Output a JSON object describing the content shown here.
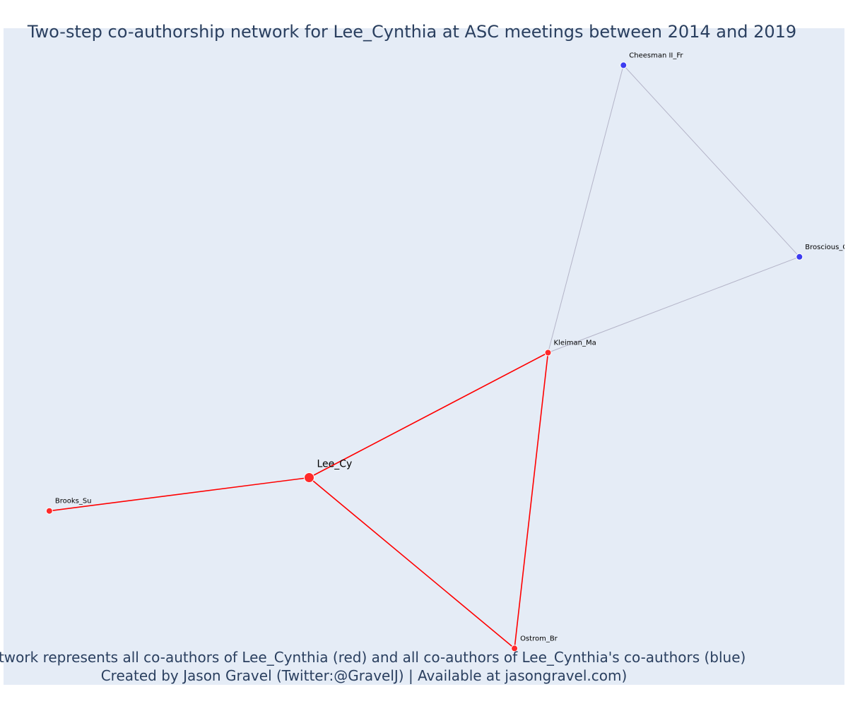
{
  "title": "Two-step co-authorship network for Lee_Cynthia at ASC meetings between 2014 and 2019",
  "footer": {
    "line1": "Network represents all co-authors of Lee_Cynthia (red) and all co-authors of Lee_Cynthia's co-authors (blue)",
    "line2": "Created by Jason Gravel (Twitter:@GravelJ) | Available at jasongravel.com)"
  },
  "colors": {
    "plot_background": "#e5ecf6",
    "text": "#2a3f5f",
    "direct_coauthor": "#ff2a2a",
    "second_step_coauthor": "#3c3cf0",
    "direct_edge": "#ff0000",
    "second_step_edge": "#b4b4c8"
  },
  "chart_data": {
    "type": "network",
    "grid": false,
    "nodes": [
      {
        "id": "Lee_Cy",
        "label": "Lee_Cy",
        "group": "ego",
        "x": 0.0,
        "y": 0.0
      },
      {
        "id": "Brooks_Su",
        "label": "Brooks_Su",
        "group": "co-author",
        "x": -0.62,
        "y": -0.08
      },
      {
        "id": "Kleiman_Ma",
        "label": "Kleiman_Ma",
        "group": "co-author",
        "x": 0.57,
        "y": 0.3
      },
      {
        "id": "Ostrom_Br",
        "label": "Ostrom_Br",
        "group": "co-author",
        "x": 0.49,
        "y": -0.41
      },
      {
        "id": "Cheesman II_Fr",
        "label": "Cheesman II_Fr",
        "group": "co-author of co-author",
        "x": 0.75,
        "y": 0.99
      },
      {
        "id": "Broscious_Co",
        "label": "Broscious_Co",
        "group": "co-author of co-author",
        "x": 1.17,
        "y": 0.53
      }
    ],
    "edges": [
      {
        "source": "Lee_Cy",
        "target": "Brooks_Su",
        "type": "direct"
      },
      {
        "source": "Lee_Cy",
        "target": "Kleiman_Ma",
        "type": "direct"
      },
      {
        "source": "Lee_Cy",
        "target": "Ostrom_Br",
        "type": "direct"
      },
      {
        "source": "Kleiman_Ma",
        "target": "Ostrom_Br",
        "type": "direct"
      },
      {
        "source": "Kleiman_Ma",
        "target": "Cheesman II_Fr",
        "type": "second-step"
      },
      {
        "source": "Kleiman_Ma",
        "target": "Broscious_Co",
        "type": "second-step"
      },
      {
        "source": "Cheesman II_Fr",
        "target": "Broscious_Co",
        "type": "second-step"
      }
    ]
  }
}
